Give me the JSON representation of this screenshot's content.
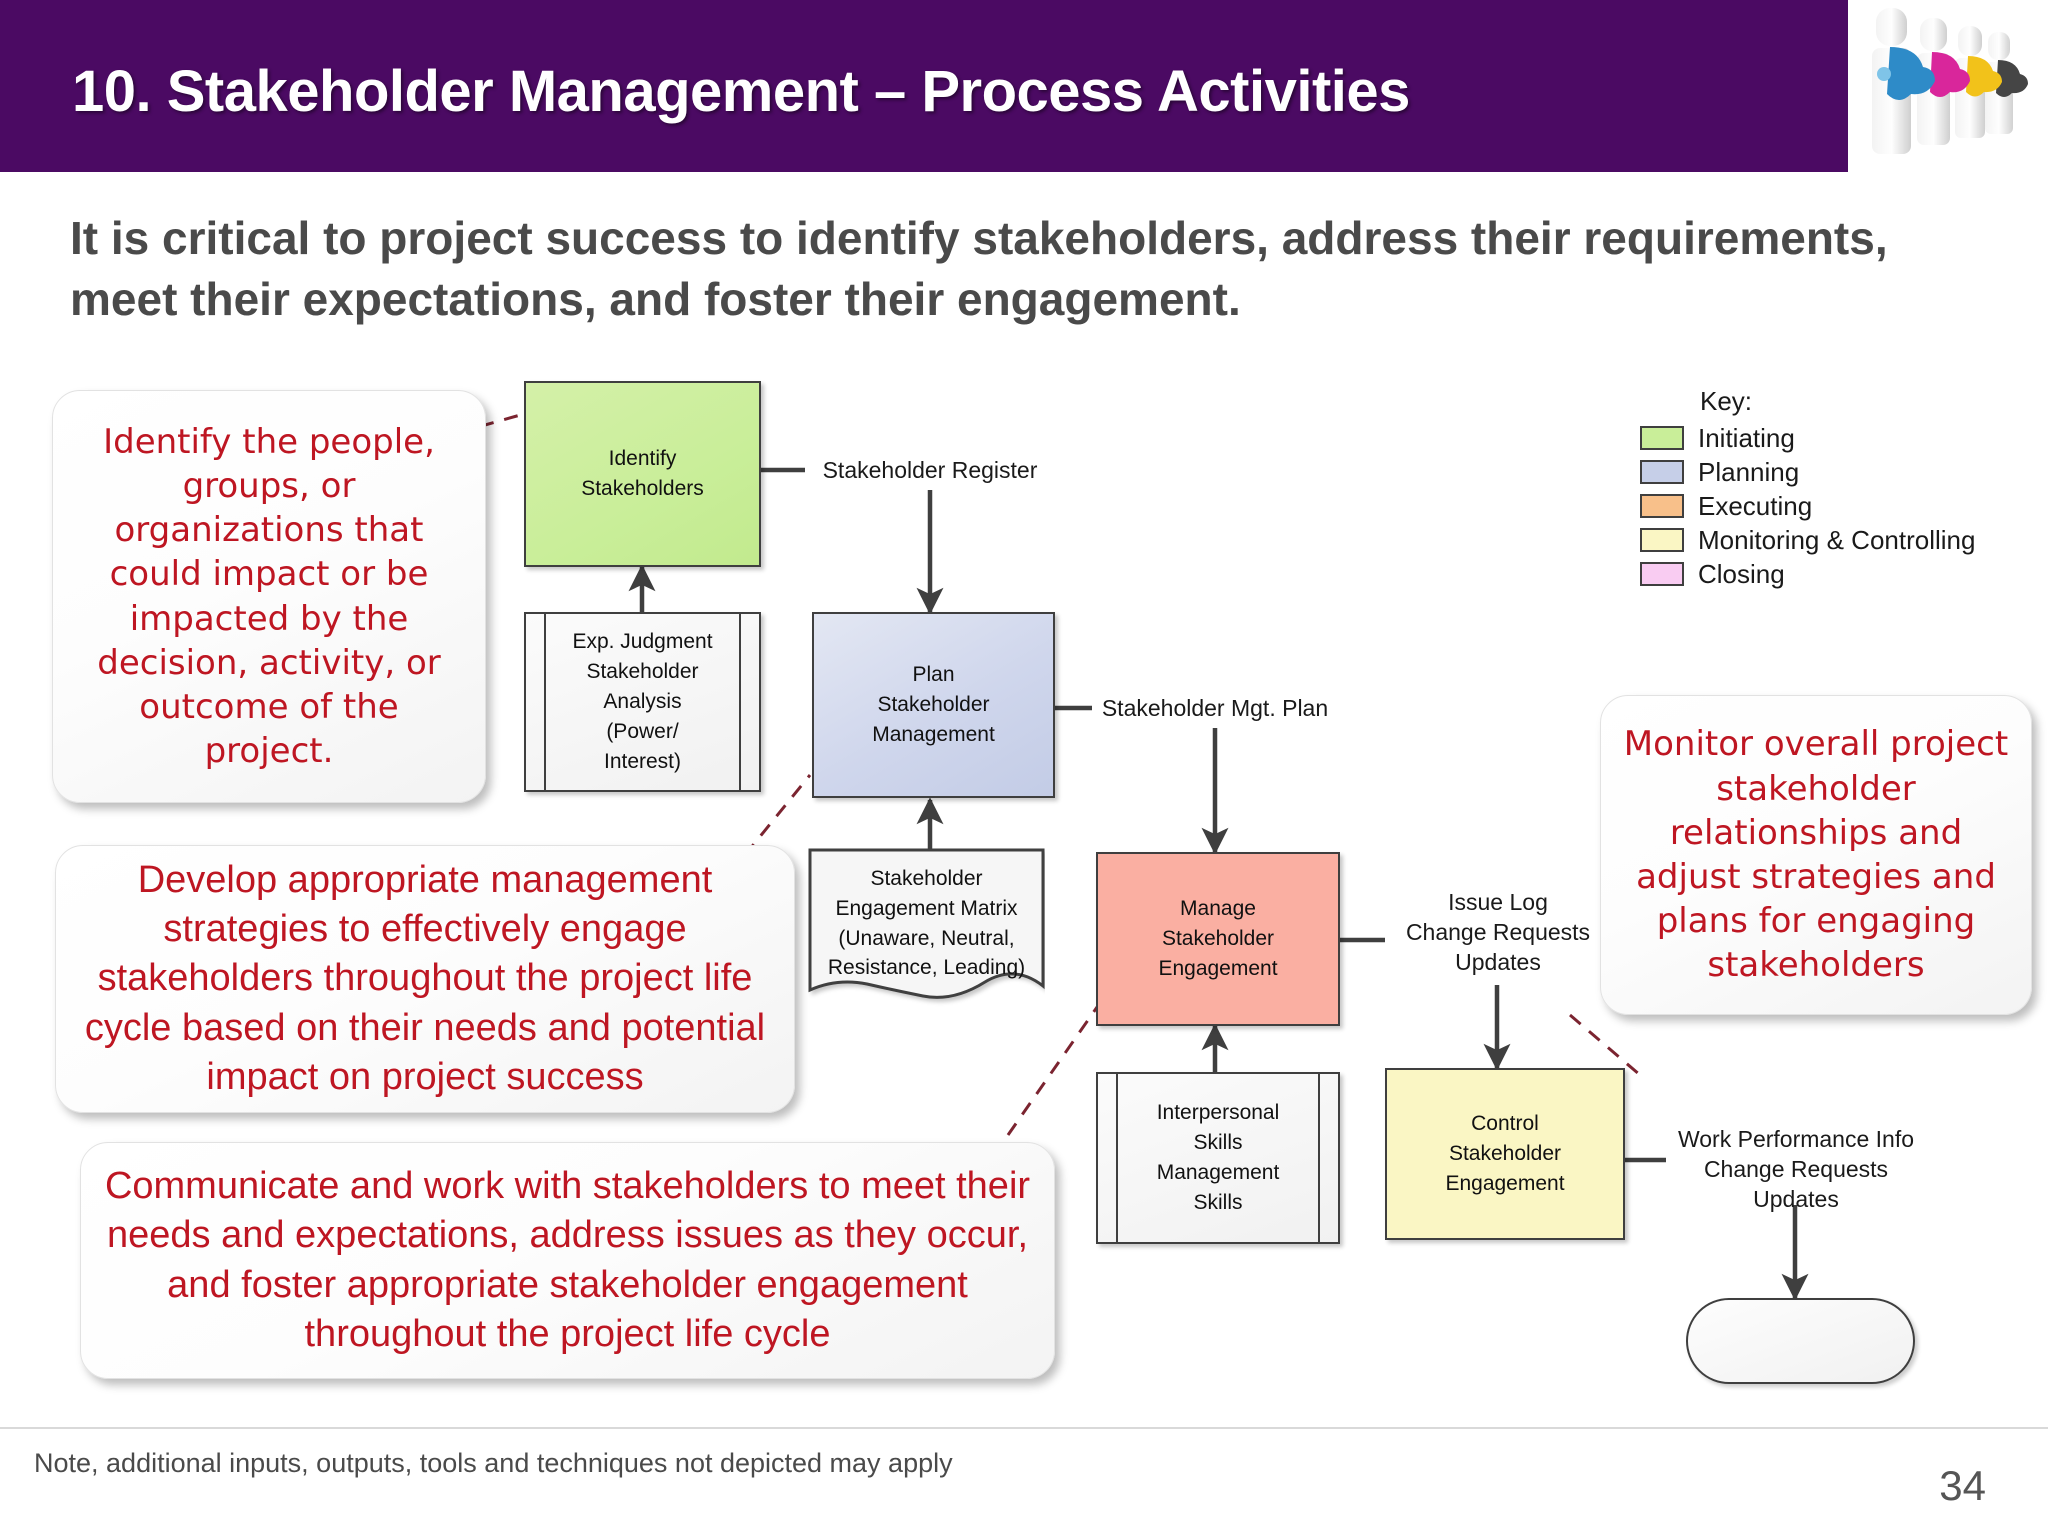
{
  "slide": {
    "title": "10. Stakeholder Management – Process Activities",
    "subtitle": "It is critical to project success to identify stakeholders, address their requirements, meet their expectations, and foster their engagement.",
    "page_number": "34",
    "footer_note": "Note, additional inputs, outputs, tools and techniques not depicted may apply",
    "title_bar_color": "#4B0A63",
    "callout_text_color": "#BE1622"
  },
  "header_art": {
    "name": "stakeholders-puzzle-figures",
    "figure_colors": [
      "#2E8BC8",
      "#D9269B",
      "#F2C21A",
      "#3A3A3A"
    ]
  },
  "key": {
    "title": "Key:",
    "items": [
      {
        "label": "Initiating",
        "color": "#C9EE99"
      },
      {
        "label": "Planning",
        "color": "#C6CFE8"
      },
      {
        "label": "Executing",
        "color": "#F8C08A"
      },
      {
        "label": "Monitoring & Controlling",
        "color": "#FAF6C4"
      },
      {
        "label": "Closing",
        "color": "#F9CCF2"
      }
    ]
  },
  "nodes": {
    "identify_stakeholders": {
      "label": "Identify\nStakeholders",
      "phase": "Initiating"
    },
    "exp_judgment": {
      "label": "Exp. Judgment\nStakeholder\nAnalysis\n(Power/\nInterest)",
      "phase": "Tool"
    },
    "plan_stakeholder_management": {
      "label": "Plan\nStakeholder\nManagement",
      "phase": "Planning"
    },
    "stakeholder_engagement_matrix": {
      "label": "Stakeholder\nEngagement Matrix\n(Unaware, Neutral,\nResistance, Leading)",
      "phase": "Tool"
    },
    "manage_stakeholder_engagement": {
      "label": "Manage\nStakeholder\nEngagement",
      "phase": "Executing"
    },
    "interpersonal_skills": {
      "label": "Interpersonal\nSkills\nManagement\nSkills",
      "phase": "Tool"
    },
    "control_stakeholder_engagement": {
      "label": "Control\nStakeholder\nEngagement",
      "phase": "Monitoring & Controlling"
    },
    "terminal_end": {
      "label": ""
    }
  },
  "edge_labels": {
    "stakeholder_register": "Stakeholder Register",
    "stakeholder_mgt_plan": "Stakeholder Mgt. Plan",
    "manage_outputs": "Issue Log\nChange Requests\nUpdates",
    "control_outputs": "Work Performance Info\nChange Requests\nUpdates"
  },
  "callouts": {
    "identify": "Identify the people, groups, or organizations that could impact or be impacted by the decision, activity, or outcome of the project.",
    "develop": "Develop appropriate management strategies to effectively engage stakeholders throughout the project life cycle based on their needs and potential impact on project success",
    "communicate": "Communicate and work with stakeholders to meet their needs and expectations, address issues as they occur, and foster appropriate stakeholder engagement throughout the project life cycle",
    "monitor": "Monitor overall project stakeholder relationships and adjust strategies and plans for engaging stakeholders"
  }
}
